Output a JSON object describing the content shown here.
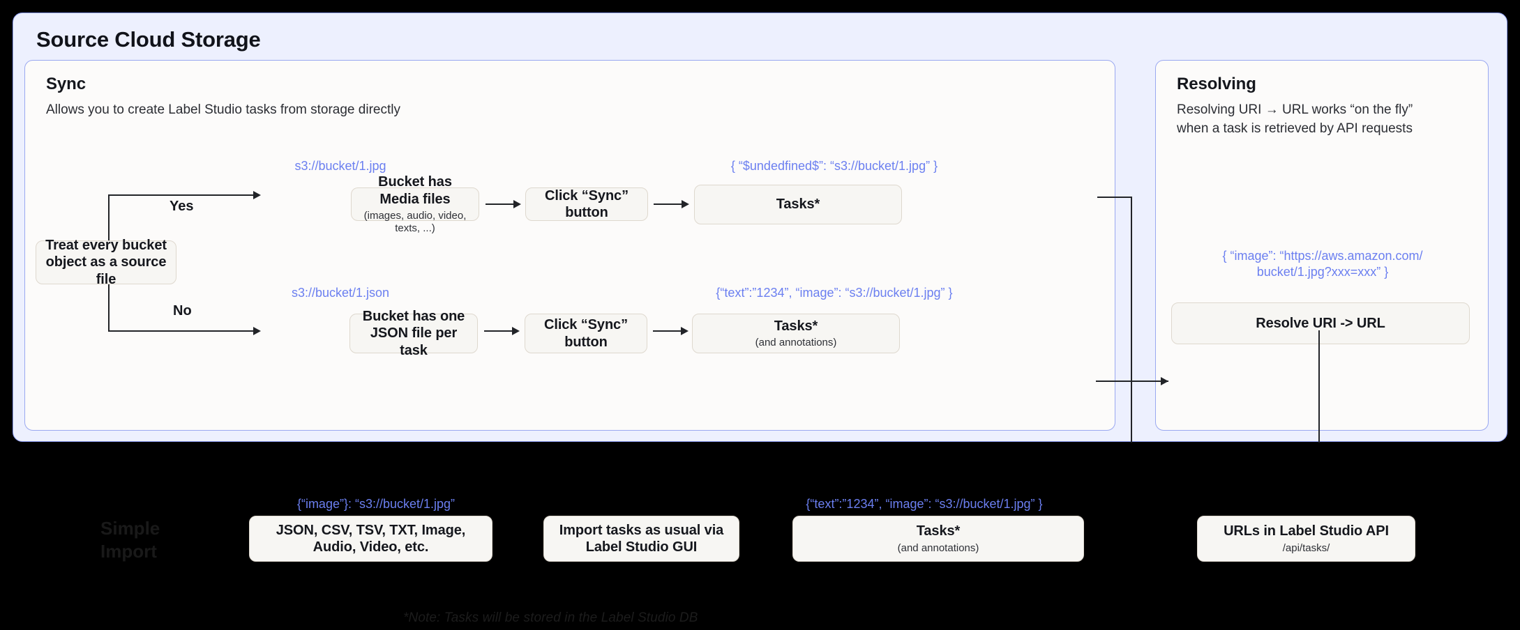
{
  "colors": {
    "page_background": "#000000",
    "outer_panel_fill": "#edf0fe",
    "outer_panel_border": "#8e9ef5",
    "inner_panel_fill": "#fcfbfa",
    "inner_panel_border": "#9aa8f0",
    "box_fill": "#f7f6f3",
    "box_border": "#ded8ce",
    "annotation_blue": "#6b7ff0",
    "text_dark": "#15171d"
  },
  "outer_panel": {
    "title": "Source Cloud Storage"
  },
  "sync_panel": {
    "heading": "Sync",
    "subtitle": "Allows you to create Label Studio tasks from storage directly",
    "decision_box": "Treat every bucket\nobject as a source file",
    "branch_yes": "Yes",
    "branch_no": "No",
    "yes_branch": {
      "uri_note": "s3://bucket/1.jpg",
      "box1_title": "Bucket has Media files",
      "box1_sub": "(images, audio, video, texts, ...)",
      "box2_title": "Click “Sync” button",
      "task_note": "{ “$undedfined$”: “s3://bucket/1.jpg” }",
      "box3_title": "Tasks*"
    },
    "no_branch": {
      "uri_note": "s3://bucket/1.json",
      "box1_title": "Bucket has one JSON\nfile per task",
      "box2_title": "Click “Sync” button",
      "task_note": "{“text”:”1234”,  “image”: “s3://bucket/1.jpg” }",
      "box3_title": "Tasks*",
      "box3_sub": "(and annotations)"
    }
  },
  "resolving_panel": {
    "heading": "Resolving",
    "subtitle": "Resolving URI → URL works “on the fly”\nwhen a task is retrieved by API requests",
    "resolved_note": "{ “image”: “https://aws.amazon.com/\nbucket/1.jpg?xxx=xxx” }",
    "box_title": "Resolve URI -> URL"
  },
  "bottom_section": {
    "simple_import_label": "Simple\nImport",
    "import_note": "{“image”}: “s3://bucket/1.jpg”",
    "formats_box": "JSON, CSV, TSV, TXT, Image,\nAudio, Video, etc.",
    "gui_box": "Import tasks as usual\nvia Label Studio GUI",
    "tasks_note": "{“text”:”1234”,  “image”: “s3://bucket/1.jpg” }",
    "tasks_box_title": "Tasks*",
    "tasks_box_sub": "(and annotations)",
    "api_box_title": "URLs in Label Studio API",
    "api_box_sub": "/api/tasks/",
    "footnote": "*Note: Tasks will be stored in the Label Studio DB"
  }
}
